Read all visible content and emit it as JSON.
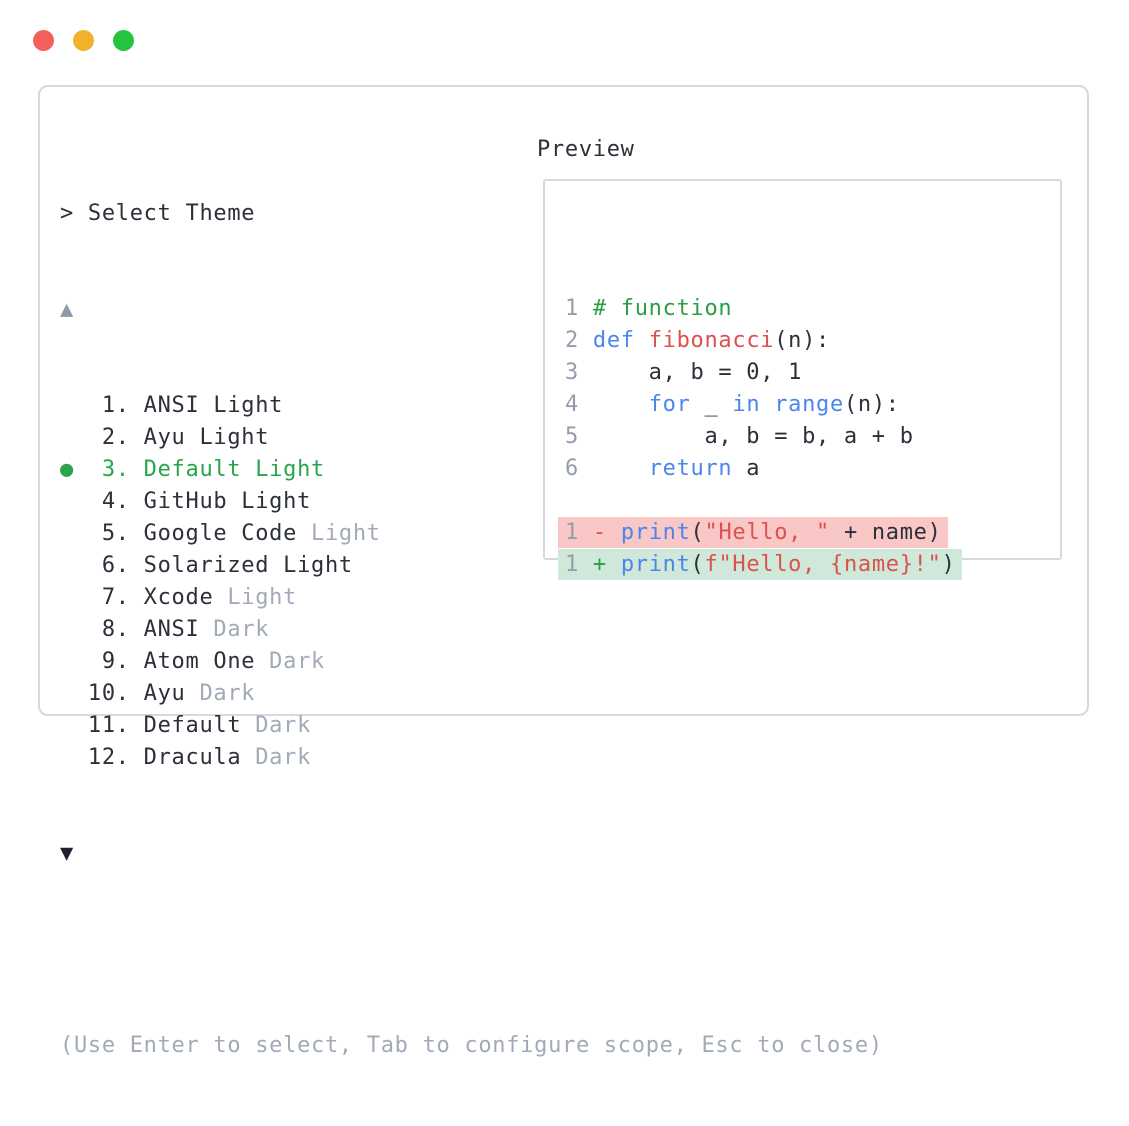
{
  "window": {
    "controls": [
      {
        "name": "close",
        "color": "#f2605a"
      },
      {
        "name": "minimize",
        "color": "#f2b12d"
      },
      {
        "name": "zoom",
        "color": "#26c33f"
      }
    ]
  },
  "picker": {
    "prompt": "> Select Theme",
    "scroll_up": "▲",
    "scroll_down": "▼",
    "selected_marker": "●",
    "items": [
      {
        "number": "1",
        "name": "ANSI",
        "variant": "Light",
        "variant_muted": false,
        "selected": false
      },
      {
        "number": "2",
        "name": "Ayu",
        "variant": "Light",
        "variant_muted": false,
        "selected": false
      },
      {
        "number": "3",
        "name": "Default",
        "variant": "Light",
        "variant_muted": false,
        "selected": true
      },
      {
        "number": "4",
        "name": "GitHub",
        "variant": "Light",
        "variant_muted": false,
        "selected": false
      },
      {
        "number": "5",
        "name": "Google Code",
        "variant": "Light",
        "variant_muted": true,
        "selected": false
      },
      {
        "number": "6",
        "name": "Solarized",
        "variant": "Light",
        "variant_muted": false,
        "selected": false
      },
      {
        "number": "7",
        "name": "Xcode",
        "variant": "Light",
        "variant_muted": true,
        "selected": false
      },
      {
        "number": "8",
        "name": "ANSI",
        "variant": "Dark",
        "variant_muted": true,
        "selected": false
      },
      {
        "number": "9",
        "name": "Atom One",
        "variant": "Dark",
        "variant_muted": true,
        "selected": false
      },
      {
        "number": "10",
        "name": "Ayu",
        "variant": "Dark",
        "variant_muted": true,
        "selected": false
      },
      {
        "number": "11",
        "name": "Default",
        "variant": "Dark",
        "variant_muted": true,
        "selected": false
      },
      {
        "number": "12",
        "name": "Dracula",
        "variant": "Dark",
        "variant_muted": true,
        "selected": false
      }
    ],
    "help_text": "(Use Enter to select, Tab to configure scope, Esc to close)"
  },
  "preview": {
    "title": "Preview",
    "code_lines": [
      {
        "num": "1",
        "tokens": [
          {
            "t": "# function",
            "c": "comment"
          }
        ]
      },
      {
        "num": "2",
        "tokens": [
          {
            "t": "def",
            "c": "kw"
          },
          {
            "t": " "
          },
          {
            "t": "fibonacci",
            "c": "name"
          },
          {
            "t": "(n):"
          }
        ]
      },
      {
        "num": "3",
        "tokens": [
          {
            "t": "    a, b = 0, 1"
          }
        ]
      },
      {
        "num": "4",
        "tokens": [
          {
            "t": "    "
          },
          {
            "t": "for",
            "c": "kw"
          },
          {
            "t": " _ "
          },
          {
            "t": "in",
            "c": "kw"
          },
          {
            "t": " "
          },
          {
            "t": "range",
            "c": "kw"
          },
          {
            "t": "(n):"
          }
        ]
      },
      {
        "num": "5",
        "tokens": [
          {
            "t": "        a, b = b, a + b"
          }
        ]
      },
      {
        "num": "6",
        "tokens": [
          {
            "t": "    "
          },
          {
            "t": "return",
            "c": "kw"
          },
          {
            "t": " a"
          }
        ]
      }
    ],
    "diff_lines": [
      {
        "num": "1",
        "sign": "-",
        "type": "removed",
        "tokens": [
          {
            "t": "print",
            "c": "kw"
          },
          {
            "t": "("
          },
          {
            "t": "\"Hello, \"",
            "c": "str"
          },
          {
            "t": " + name)"
          }
        ]
      },
      {
        "num": "1",
        "sign": "+",
        "type": "added",
        "tokens": [
          {
            "t": "print",
            "c": "kw"
          },
          {
            "t": "("
          },
          {
            "t": "f\"Hello, {name}!\"",
            "c": "str"
          },
          {
            "t": ")"
          }
        ]
      }
    ]
  },
  "colors": {
    "text": "#2b3039",
    "muted": "#a2aab8",
    "lnum": "#959daa",
    "kw": "#4a86ee",
    "red": "#dc514e",
    "comment": "#2a9e44",
    "selected": "#2aa44d",
    "arrow_up": "#8e99aa",
    "arrow_down": "#1d222c",
    "removed_bg": "#f8c7c6",
    "added_bg": "#cfe8d9",
    "border": "#d5d9e0",
    "tl_close": "#f2605a",
    "tl_min": "#f2b12d",
    "tl_zoom": "#26c33f"
  }
}
